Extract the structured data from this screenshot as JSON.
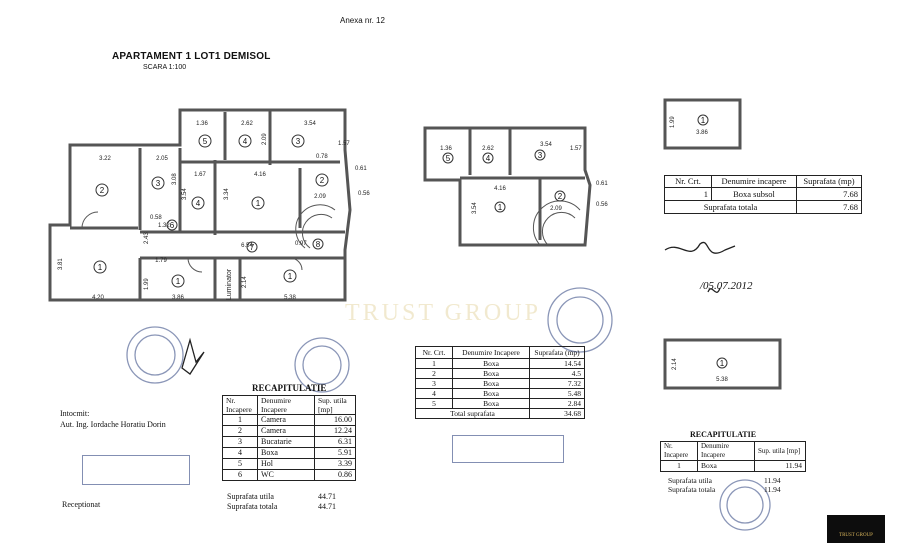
{
  "header": {
    "annex": "Anexa nr. 12",
    "title": "APARTAMENT 1 LOT1 DEMISOL",
    "scale": "SCARA 1:100"
  },
  "plan_labels": {
    "dims": [
      "1.36",
      "2.62",
      "2.09",
      "3.54",
      "1.57",
      "3.22",
      "2.05",
      "1.67",
      "4.16",
      "3.08",
      "3.54",
      "3.34",
      "2.09",
      "0.78",
      "0.61",
      "0.56",
      "0.58",
      "1.32",
      "2.43",
      "6.54",
      "0.97",
      "1.79",
      "3.81",
      "1.99",
      "2.14",
      "4.20",
      "3.86",
      "5.38"
    ],
    "rooms": [
      "1",
      "2",
      "3",
      "4",
      "5",
      "6",
      "7",
      "8"
    ],
    "luminator": "Luminator"
  },
  "recap": {
    "title": "RECAPITULATIE",
    "headers": [
      "Nr. Incapere",
      "Denumire Incapere",
      "Sup. utila [mp]"
    ],
    "rows": [
      [
        "1",
        "Camera",
        "16.00"
      ],
      [
        "2",
        "Camera",
        "12.24"
      ],
      [
        "3",
        "Bucatarie",
        "6.31"
      ],
      [
        "4",
        "Boxa",
        "5.91"
      ],
      [
        "5",
        "Hol",
        "3.39"
      ],
      [
        "6",
        "WC",
        "0.86"
      ]
    ],
    "useful_label": "Suprafata utila",
    "useful_value": "44.71",
    "total_label": "Suprafata totala",
    "total_value": "44.71"
  },
  "author": {
    "line1": "Intocmit:",
    "line2": "Aut. Ing. Iordache Horatiu Dorin",
    "received": "Receptionat"
  },
  "mid_table": {
    "headers": [
      "Nr. Crt.",
      "Denumire Incapere",
      "Suprafata (mp)"
    ],
    "rows": [
      [
        "1",
        "Boxa",
        "14.54"
      ],
      [
        "2",
        "Boxa",
        "4.5"
      ],
      [
        "3",
        "Boxa",
        "7.32"
      ],
      [
        "4",
        "Boxa",
        "5.48"
      ],
      [
        "5",
        "Boxa",
        "2.84"
      ]
    ],
    "total_label": "Total suprafata",
    "total_value": "34.68"
  },
  "box_table": {
    "headers": [
      "Nr. Crt.",
      "Denumire incapere",
      "Suprafata (mp)"
    ],
    "rows": [
      [
        "1",
        "Boxa subsol",
        "7.68"
      ]
    ],
    "total_label": "Suprafata totala",
    "total_value": "7.68"
  },
  "small_plans": {
    "top_dim_v": "1.99",
    "top_dim_h": "3.86",
    "top_room": "1",
    "bottom_dim_v": "2.14",
    "bottom_dim_h": "5.38",
    "bottom_room": "1"
  },
  "recap2": {
    "title": "RECAPITULATIE",
    "headers": [
      "Nr. Incapere",
      "Denumire Incapere",
      "Sup. utila [mp]"
    ],
    "rows": [
      [
        "1",
        "Boxa",
        "11.94"
      ]
    ],
    "useful_label": "Suprafata utila",
    "useful_value": "11.94",
    "total_label": "Suprafata totala",
    "total_value": "11.94"
  },
  "signature_date": "/05.07.2012",
  "watermark": "TRUST GROUP",
  "logo_text": "TRUST GROUP",
  "colors": {
    "stamp": "#4a5a8a",
    "logo_bg": "#0d0d0d",
    "logo_gold": "#d8b45a",
    "wall": "#555555"
  }
}
